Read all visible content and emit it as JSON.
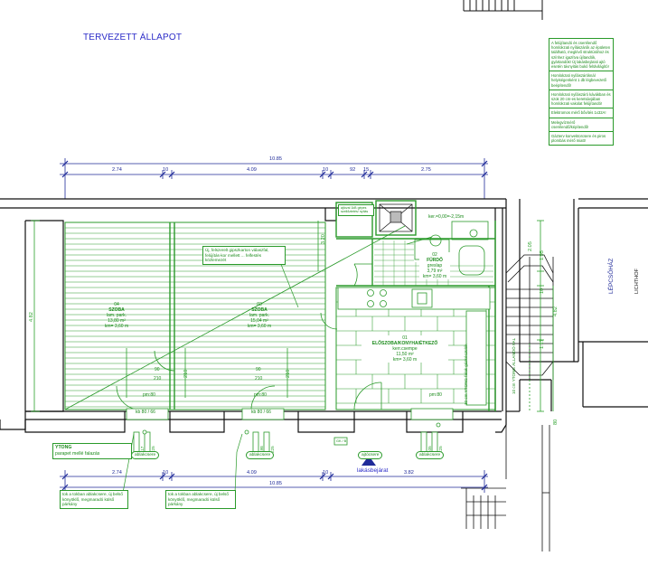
{
  "title": "TERVEZETT ÁLLAPOT",
  "legend": [
    "A felújítandó és cserélendő homlokzati nyílászárók az épületen található, meglévő struktúrához és színhez igazítva újítandók, gyártandók! Új lakásbejárati ajtó esetén távnyitás bukó felülvilágító!",
    "Homlokzati nyílászáróknál helyiségenként 1 db légbevezető beépítendő!",
    "Homlokzati nyílászáró kávákban és szok 20 cm-es keretsávjában homlokzati vakolat felújítandó!",
    "Elektromos mérő bővítés 1x32A!",
    "Melegvízmérő cserélendő/képítendő!",
    "Gázterv konvektorcsere és piros plombás mérő miatt!"
  ],
  "dims": {
    "top_total": "10.85",
    "top_a": "2.74",
    "top_b": "10",
    "top_c": "4.09",
    "top_d": "10",
    "top_e": "92",
    "top_f": "15",
    "top_g": "2.75",
    "bot_a": "2.74",
    "bot_b": "10",
    "bot_c": "4.09",
    "bot_d": "10",
    "bot_e": "3.82",
    "bot_total": "10.85",
    "left_h": "4.82",
    "mid_v": "3.20",
    "r_a": "2.05",
    "r_b": "1.95",
    "r_c": "10",
    "r_d": "4.82",
    "r_e": "1.17",
    "r_f": "80",
    "win1_w": "90",
    "win1_h": "210",
    "win2_w": "90",
    "win2_h": "210",
    "pm1": "pm:80",
    "pm2": "pm:80",
    "pm3": "pm:80",
    "sill1_a": "117",
    "sill1_b": "225",
    "sill2_a": "198",
    "sill2_b": "225",
    "sill3_a": "105",
    "sill3_b": "225",
    "stair_top": "10"
  },
  "rooms": {
    "r04": {
      "num": "04",
      "name": "SZOBA",
      "floor": "lam. park.",
      "area": "13,80 m²",
      "km": "km= 3,60 m"
    },
    "r03": {
      "num": "03",
      "name": "SZOBA",
      "floor": "lam. park.",
      "area": "15,04 m²",
      "km": "km= 3,60 m"
    },
    "r02": {
      "num": "02",
      "name": "FÜRDŐ",
      "floor": "greslap",
      "area": "3,79 m²",
      "km": "km= 3,60 m"
    },
    "r01": {
      "num": "01",
      "name": "ELŐSZOBA/KONYHA/ÉTKEZŐ",
      "floor": "kerr.csempe",
      "area": "11,50 m²",
      "km": "km= 3,60 m"
    }
  },
  "labels": {
    "level_note": "ker.=0,00=-2,15m",
    "shaft_note": "ajtóval 1kB gépes szellőztetés/ nyílás",
    "wall_note": "Új, felszerelt gipszkarton válaszfal, felújítás-kor mellett ... felfestés közlemezét",
    "stair_label": "LÉPCSŐHÁZ",
    "courtyard_label": "LICHTHOF",
    "kitchen_wall": "10 cm YTONG ÁLLANDÓ FAL",
    "kitchen_wall2": "10 cm YTONG falak gázkészülék",
    "ytong_title": "YTONG",
    "ytong_sub": "parapet mellé falazás",
    "window_box1": "kb 80 / 66",
    "window_box2": "kb 80 / 66",
    "window_pill1": "ablakcsere",
    "window_pill2": "ablakcsere",
    "window_pill3": "ajtócsere",
    "window_pill4": "ablakcsere",
    "entry": "lakásbejárat",
    "bottom_note1": "tok a tokban ablakcsere, új belső könyöklő, megmaradó külső párkány",
    "bottom_note2": "tok a tokban ablakcsere, új belső könyöklő, megmaradó külső párkány",
    "small_box": "GK / B"
  },
  "colors": {
    "dim_blue": "#1f2a99",
    "wall_black": "#111111",
    "new_green": "#2a9a2a",
    "title_blue": "#2c2cc8",
    "entry_arrow": "#1f2a99"
  }
}
